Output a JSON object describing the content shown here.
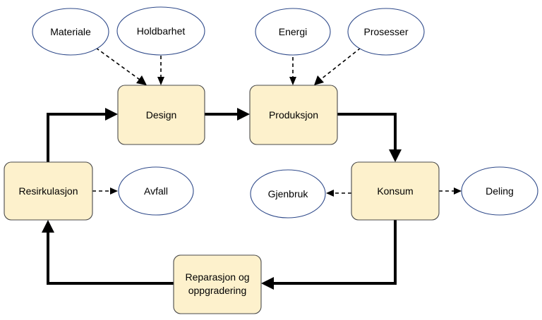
{
  "nodes": {
    "design": "Design",
    "produksjon": "Produksjon",
    "konsum": "Konsum",
    "reparasjon_line1": "Reparasjon og",
    "reparasjon_line2": "oppgradering",
    "resirkulasjon": "Resirkulasjon"
  },
  "factors": {
    "materiale": "Materiale",
    "holdbarhet": "Holdbarhet",
    "energi": "Energi",
    "prosesser": "Prosesser",
    "avfall": "Avfall",
    "gjenbruk": "Gjenbruk",
    "deling": "Deling"
  },
  "colors": {
    "box_fill": "#fdf1cc",
    "box_stroke": "#4a4a4a",
    "ellipse_stroke": "#2f4a8a",
    "arrow": "#000000"
  }
}
